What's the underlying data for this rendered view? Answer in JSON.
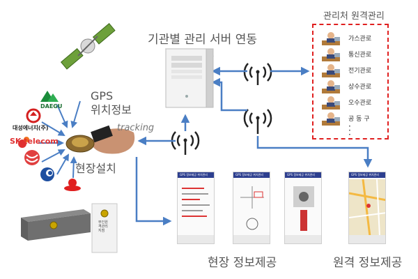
{
  "labels": {
    "server_title": "기관별 관리 서버 연동",
    "managers_title": "관리처 원격관리",
    "gps_line1": "GPS",
    "gps_line2": "위치정보",
    "tracking": "tracking",
    "onsite_install": "현장설치",
    "field_info": "현장 정보제공",
    "remote_info": "원격 정보제공"
  },
  "managers": [
    {
      "label": "가스관로"
    },
    {
      "label": "통신관로"
    },
    {
      "label": "전기관로"
    },
    {
      "label": "상수관로"
    },
    {
      "label": "오수관로"
    },
    {
      "label": "공 동 구"
    }
  ],
  "logos": {
    "daegu": "DAEGU",
    "energy": "대성에너지(주)",
    "sk": "SK telecom"
  },
  "marker_text": "무인원격관리지점",
  "phone_header": "GPS 정보제공 위치관리",
  "colors": {
    "arrow": "#4a7ec4",
    "dashed_box": "#e02020",
    "antenna": "#222222",
    "phone_header": "#2d3f8f"
  }
}
